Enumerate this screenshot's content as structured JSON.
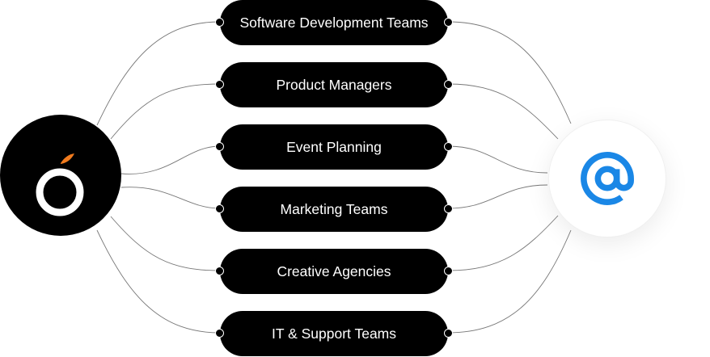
{
  "categories": [
    {
      "label": "Software Development Teams"
    },
    {
      "label": "Product Managers"
    },
    {
      "label": "Event Planning"
    },
    {
      "label": "Marketing Teams"
    },
    {
      "label": "Creative Agencies"
    },
    {
      "label": "IT & Support Teams"
    }
  ],
  "source_node": {
    "icon": "orange-logo-icon"
  },
  "target_node": {
    "icon": "at-sign-icon",
    "color": "#1a87e6"
  },
  "colors": {
    "leaf": "#f07b1e",
    "pill": "#000000"
  }
}
